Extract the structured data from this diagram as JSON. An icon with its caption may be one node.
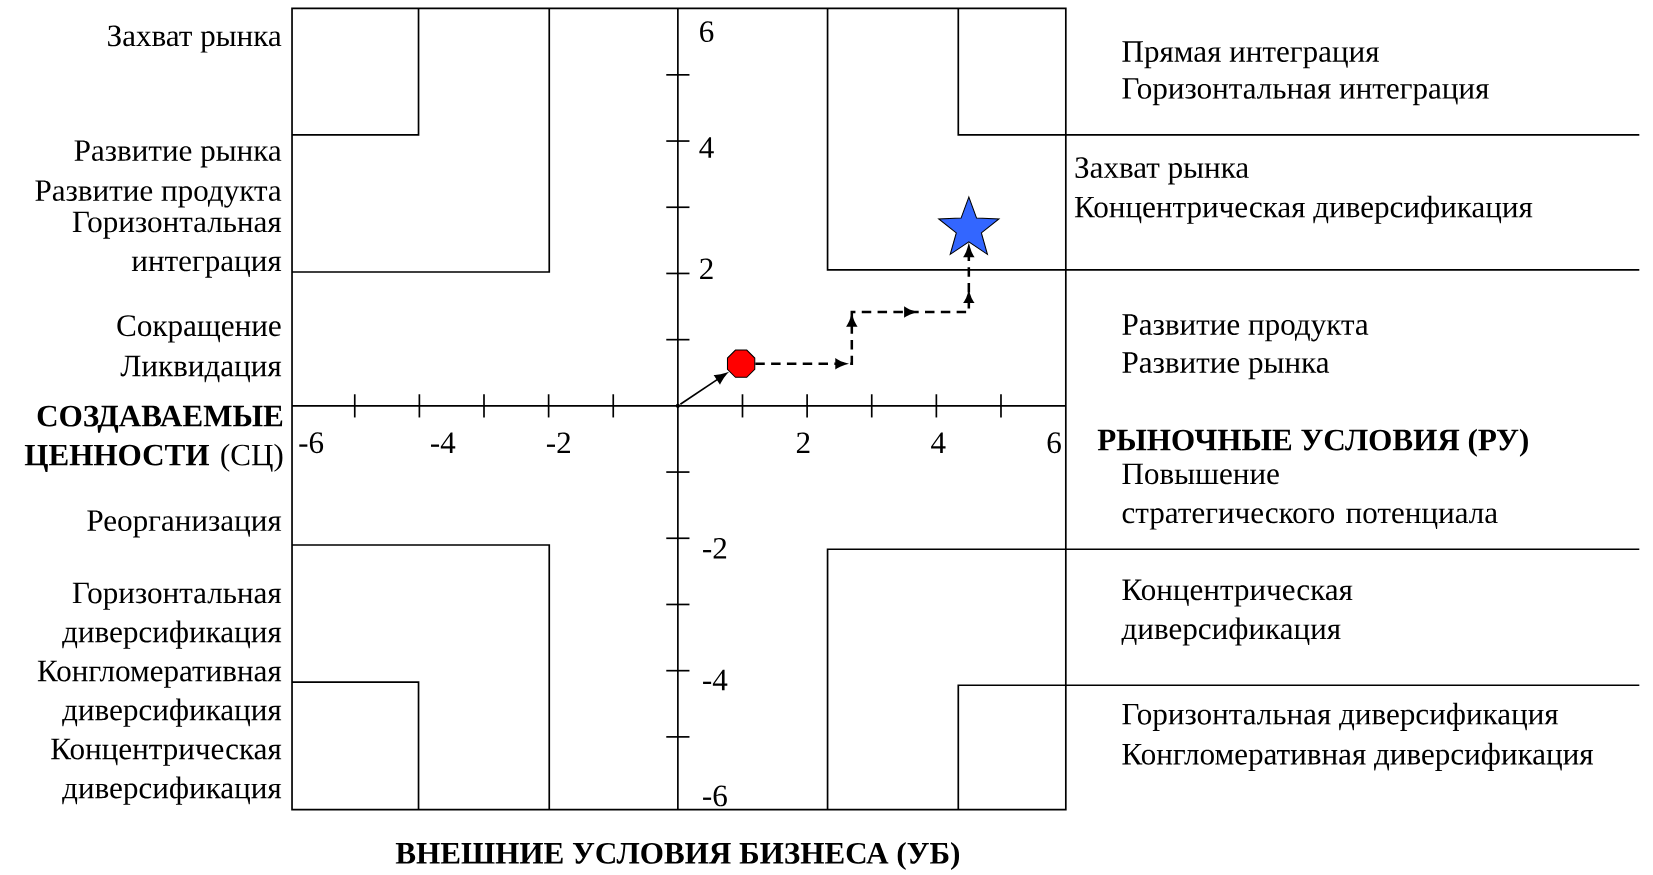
{
  "diagram": {
    "nodes": [
      {
        "text": [],
        "shape": "point"
      },
      {
        "text": [],
        "shape": "octagon"
      },
      {
        "text": [],
        "shape": "star"
      }
    ],
    "edges": [
      {
        "from": 0,
        "to": 1,
        "arrow": "to"
      },
      {
        "from": 1,
        "to": 2,
        "arrow": "to",
        "style": "dashed"
      }
    ],
    "labels": [
      "Захват рынка",
      "Развитие рынка",
      "Развитие продукта",
      "Горизонтальная интеграция",
      "Сокращение",
      "Ликвидация",
      "**СОЗДАВАЕМЫЕ ЦЕННОСТИ** (СЦ)",
      "Реорганизация",
      "Горизонтальная диверсификация",
      "Конгломеративная диверсификация",
      "Концентрическая диверсификация",
      "Прямая интеграция",
      "Горизонтальная интеграция",
      "Захват рынка",
      "Концентрическая диверсификация",
      "Развитие продукта",
      "Развитие рынка",
      "РЫНОЧНЫЕ УСЛОВИЯ (РУ)",
      "Повышение стратегического потенциала",
      "Концентрическая диверсификация",
      "Горизонтальная диверсификация",
      "Конгломеративная диверсификация",
      "ВНЕШНИЕ УСЛОВИЯ БИЗНЕСА (УБ)",
      "6",
      "4",
      "2",
      "-2",
      "-4",
      "-6",
      "-6",
      "-4",
      "-2",
      "2",
      "4",
      "6"
    ]
  }
}
